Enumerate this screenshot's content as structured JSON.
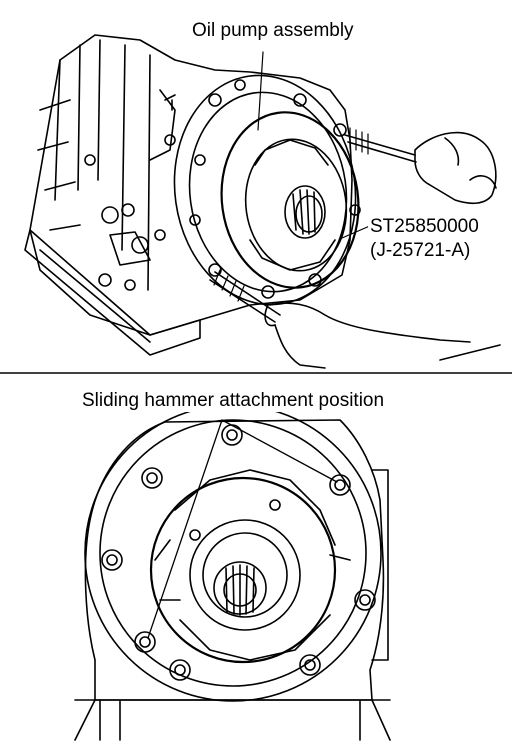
{
  "top_panel": {
    "label_pump": "Oil pump assembly",
    "label_tool_line1": "ST25850000",
    "label_tool_line2": "(J-25721-A)"
  },
  "bottom_panel": {
    "label_attachment": "Sliding hammer attachment position"
  },
  "colors": {
    "ink": "#000000",
    "paper": "#ffffff"
  }
}
